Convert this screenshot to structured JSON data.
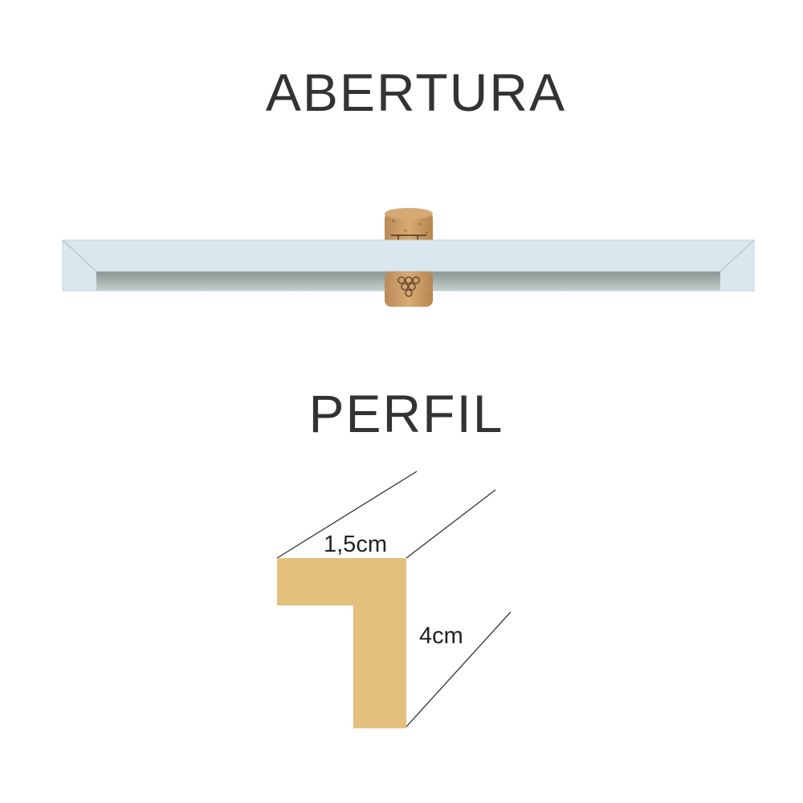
{
  "sections": {
    "opening_title": "ABERTURA",
    "profile_title": "PERFIL"
  },
  "profile": {
    "width_label": "1,5cm",
    "height_label": "4cm"
  },
  "colors": {
    "frame_face": "#dbe7ef",
    "frame_inner": "#8f9c97",
    "profile_fill": "#e3c07e",
    "cork": "#c89a64",
    "text": "#333333"
  }
}
